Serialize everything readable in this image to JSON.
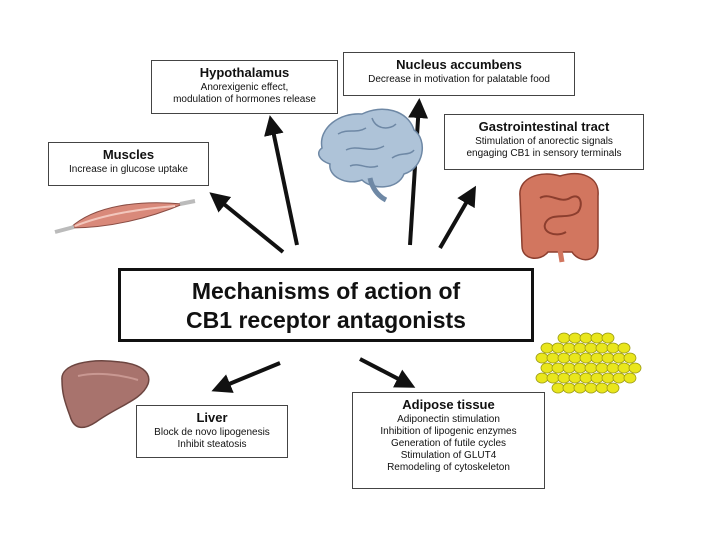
{
  "center": {
    "line1": "Mechanisms of action of",
    "line2": "CB1 receptor antagonists"
  },
  "hypothalamus": {
    "title": "Hypothalamus",
    "lines": [
      "Anorexigenic effect,",
      "modulation of hormones release"
    ]
  },
  "nucleus": {
    "title": "Nucleus accumbens",
    "lines": [
      "Decrease in motivation for palatable food"
    ]
  },
  "muscles": {
    "title": "Muscles",
    "lines": [
      "Increase in glucose uptake"
    ]
  },
  "gi": {
    "title": "Gastrointestinal tract",
    "lines": [
      "Stimulation of anorectic signals",
      "engaging CB1 in sensory terminals"
    ]
  },
  "liver": {
    "title": "Liver",
    "lines": [
      "Block de novo lipogenesis",
      "Inhibit steatosis"
    ]
  },
  "adipose": {
    "title": "Adipose tissue",
    "lines": [
      "Adiponectin stimulation",
      "Inhibition of lipogenic enzymes",
      "Generation of futile cycles",
      "Stimulation of GLUT4",
      "Remodeling of cytoskeleton"
    ]
  },
  "icons": [
    "muscle-icon",
    "brain-icon",
    "intestine-icon",
    "liver-icon",
    "fat-cells-icon"
  ],
  "colors": {
    "muscle": "#d9897a",
    "brain": "#9fb7cf",
    "intestine": "#d2765f",
    "liver": "#a8736d",
    "fat": "#e9e61c"
  }
}
